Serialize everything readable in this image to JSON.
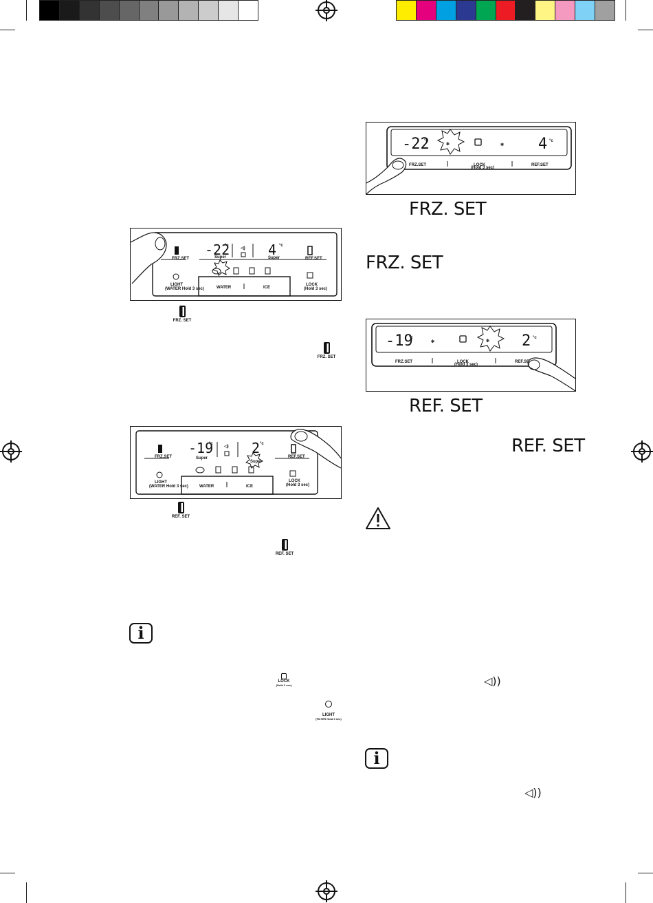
{
  "colors": {
    "gray_bar": [
      "#000000",
      "#1a1a1a",
      "#333333",
      "#4d4d4d",
      "#666666",
      "#808080",
      "#999999",
      "#b3b3b3",
      "#cccccc",
      "#e6e6e6",
      "#ffffff"
    ],
    "color_bar": [
      "#ffed00",
      "#e5007e",
      "#00a0e3",
      "#2b3990",
      "#00a651",
      "#ed1c24",
      "#231f20",
      "#fff584",
      "#f49ac1",
      "#7fd2f5",
      "#a0a0a0"
    ]
  },
  "panel_left_1": {
    "frz_set": "FRZ.SET",
    "ref_set": "REF.SET",
    "freezer_temp": "-22",
    "fridge_temp": "4",
    "unit": "°c",
    "super": "Super",
    "light": "LIGHT",
    "light_sub": "(WATER Hold 3 sec)",
    "lock": "LOCK",
    "lock_sub": "(Hold 3 sec)",
    "water": "WATER",
    "ice": "ICE"
  },
  "panel_left_2": {
    "frz_set": "FRZ.SET",
    "ref_set": "REF.SET",
    "freezer_temp": "-19",
    "fridge_temp": "2",
    "unit": "°c",
    "super": "Super",
    "light": "LIGHT",
    "light_sub": "(WATER Hold 3 sec)",
    "lock": "LOCK",
    "lock_sub": "(Hold 3 sec)",
    "water": "WATER",
    "ice": "ICE"
  },
  "panel_right_1": {
    "freezer_temp": "-22",
    "fridge_temp": "4",
    "unit": "°c",
    "frz_set": "FRZ.SET",
    "lock": "LOCK",
    "lock_sub": "(Hold 3 sec)",
    "ref_set": "REF.SET"
  },
  "panel_right_2": {
    "freezer_temp": "-19",
    "fridge_temp": "2",
    "unit": "°c",
    "frz_set": "FRZ.SET",
    "lock": "LOCK",
    "lock_sub": "(Hold 3 sec)",
    "ref_set": "REF.SET"
  },
  "inline_icons": {
    "frz_set_1": "FRZ. SET",
    "frz_set_2": "FRZ. SET",
    "ref_set_1": "REF. SET",
    "ref_set_2": "REF. SET",
    "lock": "LOCK",
    "lock_sub": "(Hold 3 sec)",
    "light": "LIGHT",
    "light_sub": "(FILTER Hold 3 sec)"
  },
  "headings": {
    "frz_caption": "FRZ. SET",
    "frz_text": "FRZ. SET",
    "ref_caption": "REF. SET",
    "ref_text": "REF. SET"
  }
}
